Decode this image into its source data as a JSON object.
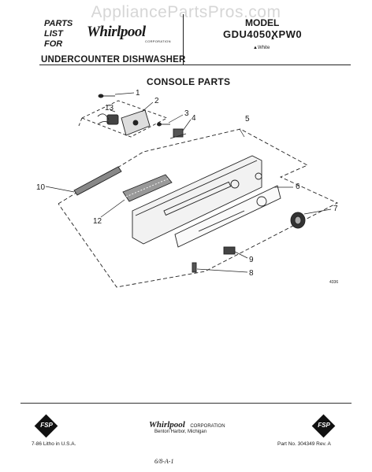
{
  "watermark": "AppliancePartsPros.com",
  "header": {
    "parts_list": [
      "PARTS",
      "LIST",
      "FOR"
    ],
    "brand": "Whirlpool",
    "brand_corp": "CORPORATION",
    "model_label": "MODEL",
    "model_number": "GDU4050XPW0",
    "model_color_note": "▲White",
    "model_marker": "▲",
    "product_title": "UNDERCOUNTER DISHWASHER"
  },
  "section_title": "CONSOLE PARTS",
  "callouts": {
    "c1": "1",
    "c2": "2",
    "c3": "3",
    "c4": "4",
    "c5": "5",
    "c6": "6",
    "c7": "7",
    "c8": "8",
    "c9": "9",
    "c10": "10",
    "c12": "12",
    "c13": "13"
  },
  "figure_number": "4336",
  "footer": {
    "fsp_label": "FSP",
    "brand": "Whirlpool",
    "brand_corp": "CORPORATION",
    "address": "Benton Harbor, Michigan",
    "litho": "7-86 Litho in U.S.A.",
    "part_number": "Part No. 304349 Rev. A",
    "handwritten": "6/8-A-1"
  }
}
